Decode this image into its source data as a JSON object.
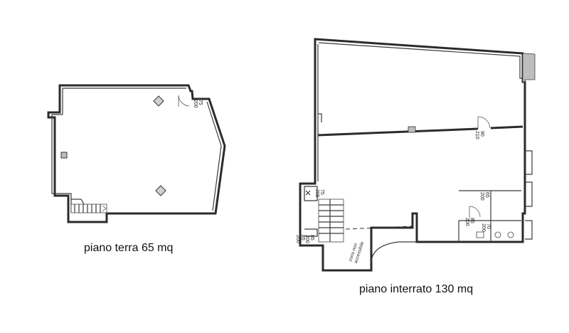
{
  "ground_floor": {
    "caption": "piano terra 65 mq",
    "door_width": "75",
    "door_height": "200"
  },
  "basement": {
    "caption": "piano interrato 130 mq",
    "door_a_width": "90",
    "door_a_height": "210",
    "door_b_width": "75",
    "door_b_height": "205",
    "door_c_width": "65",
    "door_c_height": "200",
    "door_d_width": "85",
    "door_d_height": "200",
    "door_e_width": "70",
    "door_e_height": "200",
    "door_f_width": "85",
    "door_f_height": "200",
    "door_g_width": "85",
    "door_g_height": "200",
    "zone_note_1": "zona non",
    "zone_note_2": "accessibile"
  }
}
